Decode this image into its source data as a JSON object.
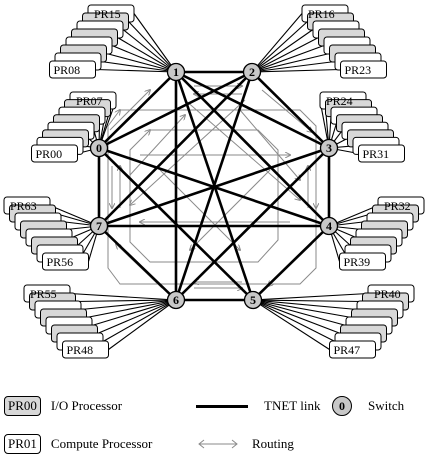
{
  "switches": [
    {
      "label": "0",
      "pr_first": "PR07",
      "pr_last": "PR00"
    },
    {
      "label": "1",
      "pr_first": "PR15",
      "pr_last": "PR08"
    },
    {
      "label": "2",
      "pr_first": "PR16",
      "pr_last": "PR23"
    },
    {
      "label": "3",
      "pr_first": "PR24",
      "pr_last": "PR31"
    },
    {
      "label": "4",
      "pr_first": "PR32",
      "pr_last": "PR39"
    },
    {
      "label": "5",
      "pr_first": "PR40",
      "pr_last": "PR47"
    },
    {
      "label": "6",
      "pr_first": "PR55",
      "pr_last": "PR48"
    },
    {
      "label": "7",
      "pr_first": "PR63",
      "pr_last": "PR56"
    }
  ],
  "legend": {
    "io_box": "PR00",
    "io_label": "I/O Processor",
    "cp_box": "PR01",
    "cp_label": "Compute Processor",
    "link_label": "TNET link",
    "routing_label": "Routing",
    "switch_symbol": "0",
    "switch_label": "Switch"
  },
  "colors": {
    "link": "#000000",
    "routing": "#8a8a8a",
    "switch_fill": "#c8c8c8",
    "io_fill": "#d8d8d8",
    "cp_fill": "#ffffff"
  }
}
